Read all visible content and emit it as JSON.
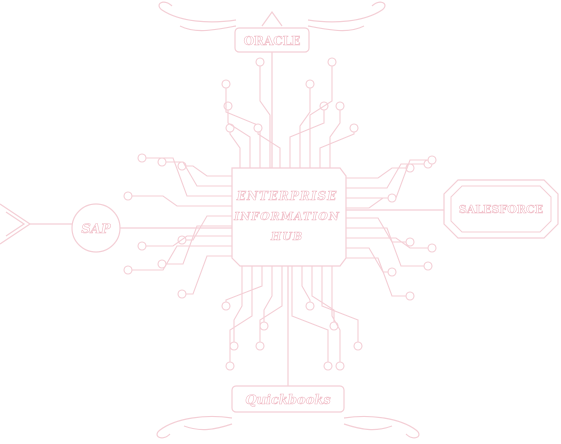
{
  "diagram": {
    "center_title_lines": [
      "ENTERPRISE",
      "INFORMATION",
      "HUB"
    ],
    "nodes": {
      "top": "ORACLE",
      "left": "SAP",
      "right": "SALESFORCE",
      "bottom": "Quickbooks"
    }
  },
  "colors": {
    "line": "#f4cfd6",
    "text": "#ffffff",
    "text_stroke": "#f0bcc6",
    "background": "#ffffff"
  }
}
